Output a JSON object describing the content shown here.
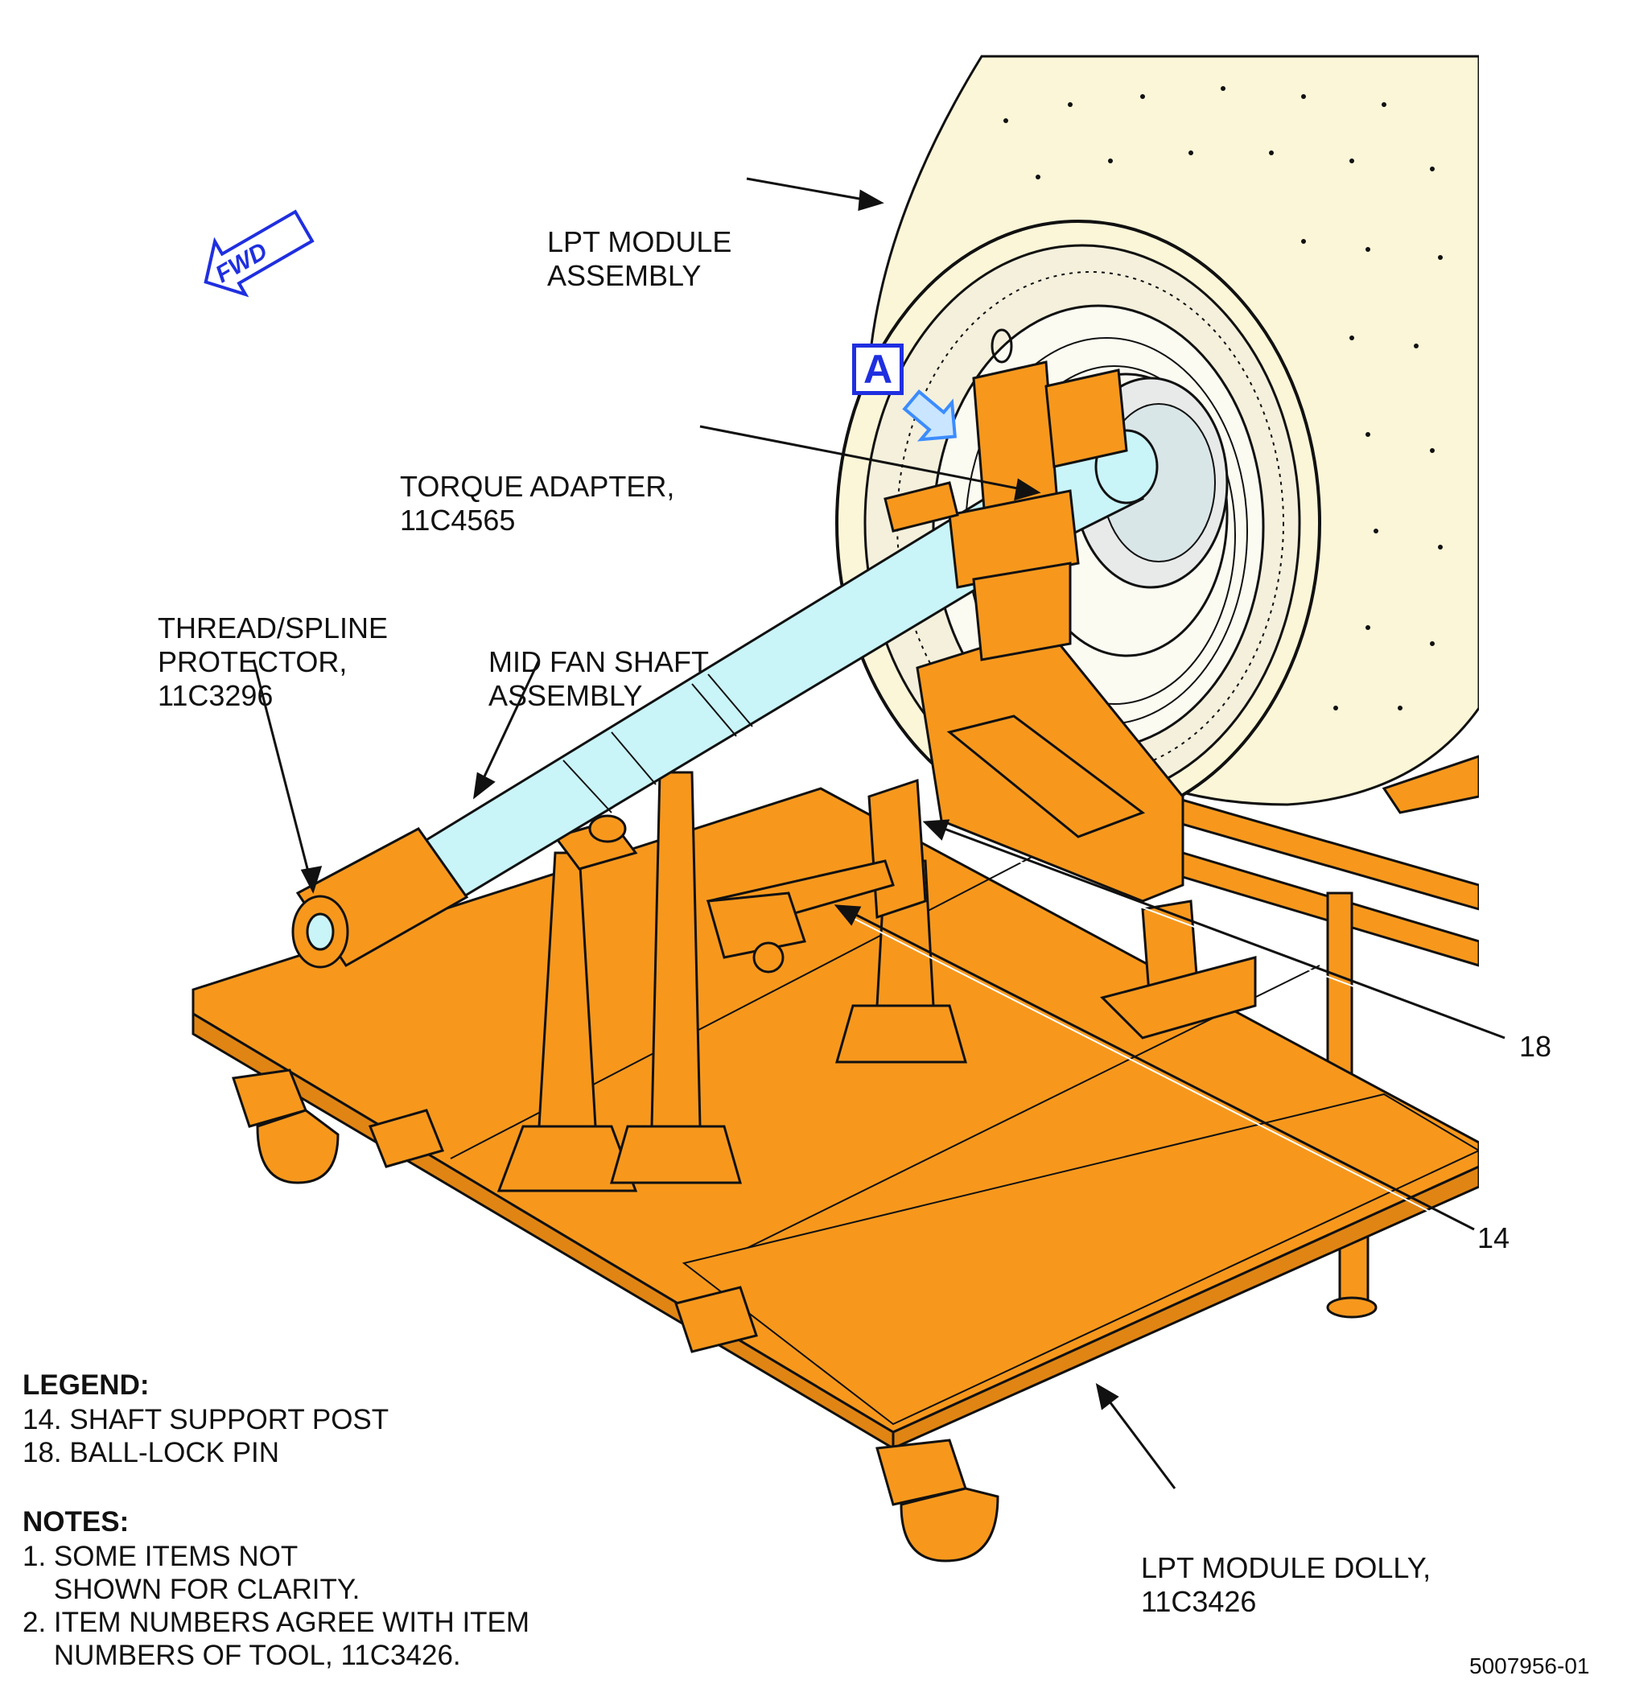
{
  "callouts": {
    "lpt_module": [
      "LPT MODULE",
      "ASSEMBLY"
    ],
    "torque_adapter": [
      "TORQUE ADAPTER,",
      "11C4565"
    ],
    "thread_spline_protector": [
      "THREAD/SPLINE",
      "PROTECTOR,",
      "11C3296"
    ],
    "mid_fan_shaft": [
      "MID FAN SHAFT",
      "ASSEMBLY"
    ],
    "item_18": "18",
    "item_14": "14",
    "lpt_dolly": [
      "LPT MODULE DOLLY,",
      "11C3426"
    ]
  },
  "direction": {
    "fwd": "FWD"
  },
  "view_label": "A",
  "legend": {
    "title": "LEGEND:",
    "items": [
      "14. SHAFT SUPPORT POST",
      "18. BALL-LOCK PIN"
    ]
  },
  "notes": {
    "title": "NOTES:",
    "lines": [
      "1. SOME ITEMS NOT",
      "    SHOWN FOR CLARITY.",
      "2. ITEM NUMBERS AGREE WITH ITEM",
      "    NUMBERS OF TOOL, 11C3426."
    ]
  },
  "figure_number": "5007956-01",
  "colors": {
    "dolly": "#F7981D",
    "shaft": "#C9F4F8",
    "module": "#FCF6D8",
    "fwd_arrow": "#1F2FE0",
    "view_arrow": "#3C8CFF",
    "line": "#111111"
  }
}
